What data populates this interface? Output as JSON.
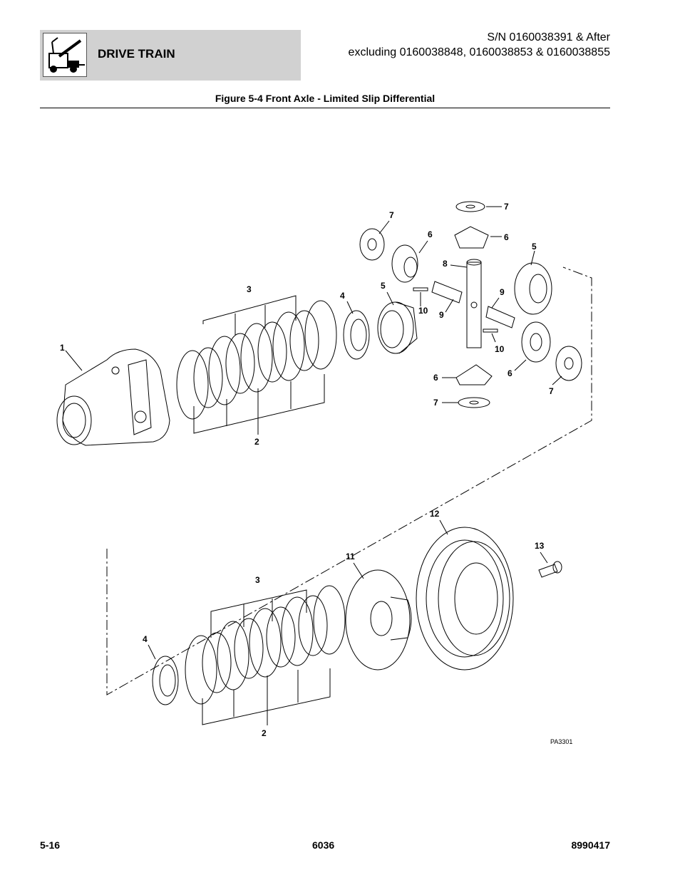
{
  "header": {
    "section": "DRIVE TRAIN",
    "serial_line1": "S/N 0160038391 & After",
    "serial_line2": "excluding 0160038848, 0160038853 & 0160038855",
    "logo_icon": "telehandler-icon"
  },
  "figure": {
    "title": "Figure 5-4 Front Axle - Limited Slip Differential",
    "code": "PA3301",
    "callouts": {
      "c1": "1",
      "c2a": "2",
      "c3a": "3",
      "c4a": "4",
      "c5a": "5",
      "c5b": "5",
      "c6a": "6",
      "c6b": "6",
      "c6c": "6",
      "c6d": "6",
      "c7a": "7",
      "c7b": "7",
      "c7c": "7",
      "c7d": "7",
      "c8": "8",
      "c9a": "9",
      "c9b": "9",
      "c10a": "10",
      "c10b": "10",
      "c2b": "2",
      "c3b": "3",
      "c4b": "4",
      "c11": "11",
      "c12": "12",
      "c13": "13"
    }
  },
  "footer": {
    "page": "5-16",
    "model": "6036",
    "doc_number": "8990417"
  }
}
